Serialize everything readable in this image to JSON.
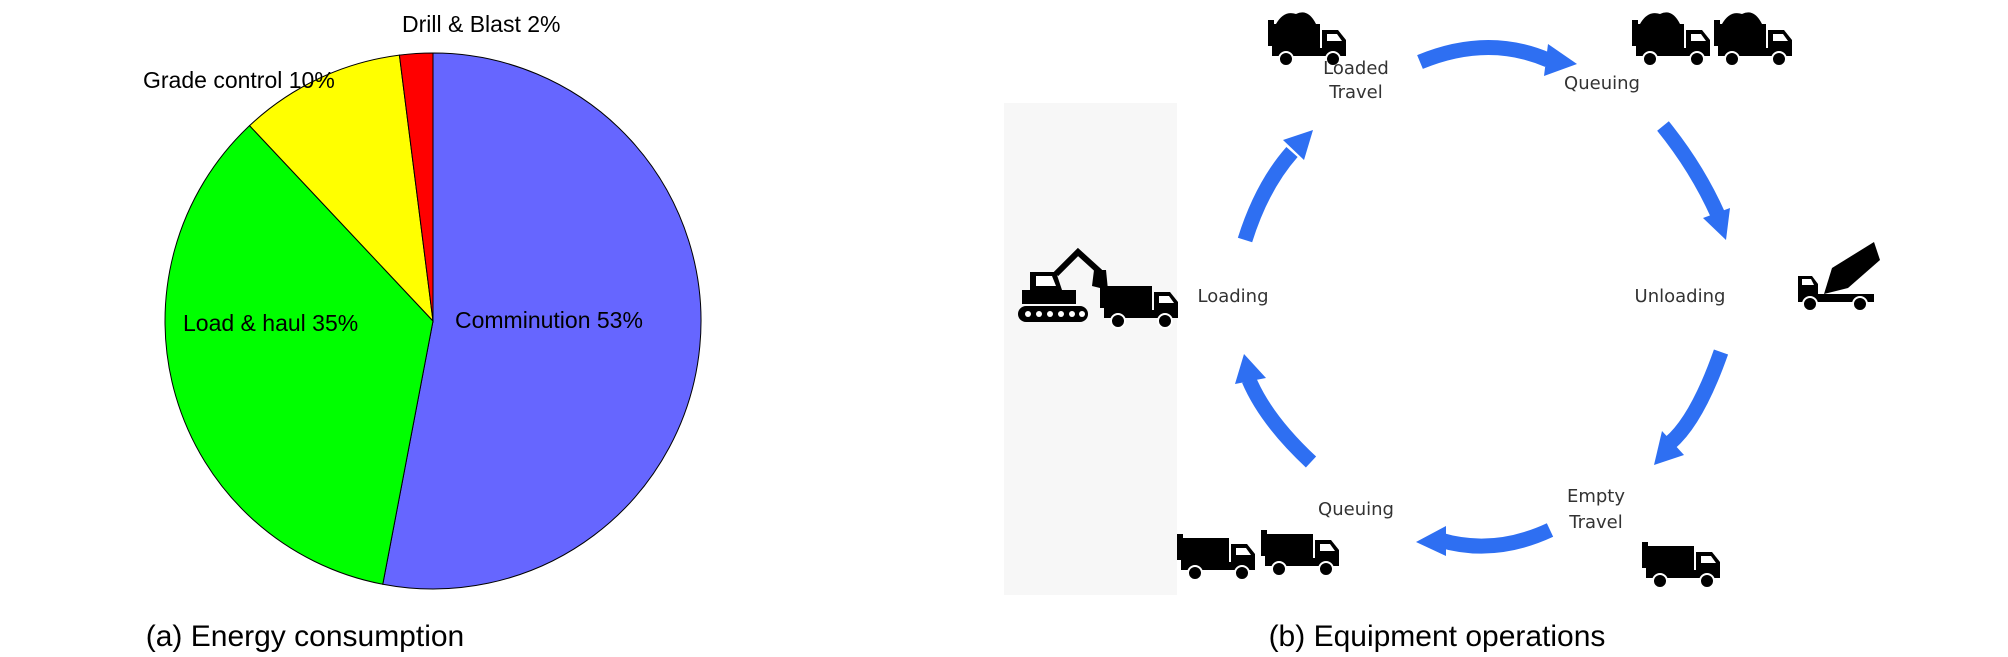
{
  "panel_a": {
    "caption": "(a)  Energy  consumption",
    "chart_data": {
      "type": "pie",
      "slices": [
        {
          "label": "Comminution 53%",
          "value": 53,
          "color": "#6666ff"
        },
        {
          "label": "Load & haul 35%",
          "value": 35,
          "color": "#00ff00"
        },
        {
          "label": "Grade control 10%",
          "value": 10,
          "color": "#ffff00"
        },
        {
          "label": "Drill & Blast 2%",
          "value": 2,
          "color": "#ff0000"
        }
      ],
      "start": "12 o'clock",
      "direction": "clockwise",
      "edge_color": "#000000"
    }
  },
  "panel_b": {
    "caption": "(b)  Equipment  operations",
    "arrow_color": "#2e6ff2",
    "stages": {
      "loaded_travel": [
        "Loaded",
        "Travel"
      ],
      "queuing_top": [
        "Queuing"
      ],
      "unloading": [
        "Unloading"
      ],
      "empty_travel": [
        "Empty",
        "Travel"
      ],
      "queuing_bottom": [
        "Queuing"
      ],
      "loading": [
        "Loading"
      ]
    }
  }
}
